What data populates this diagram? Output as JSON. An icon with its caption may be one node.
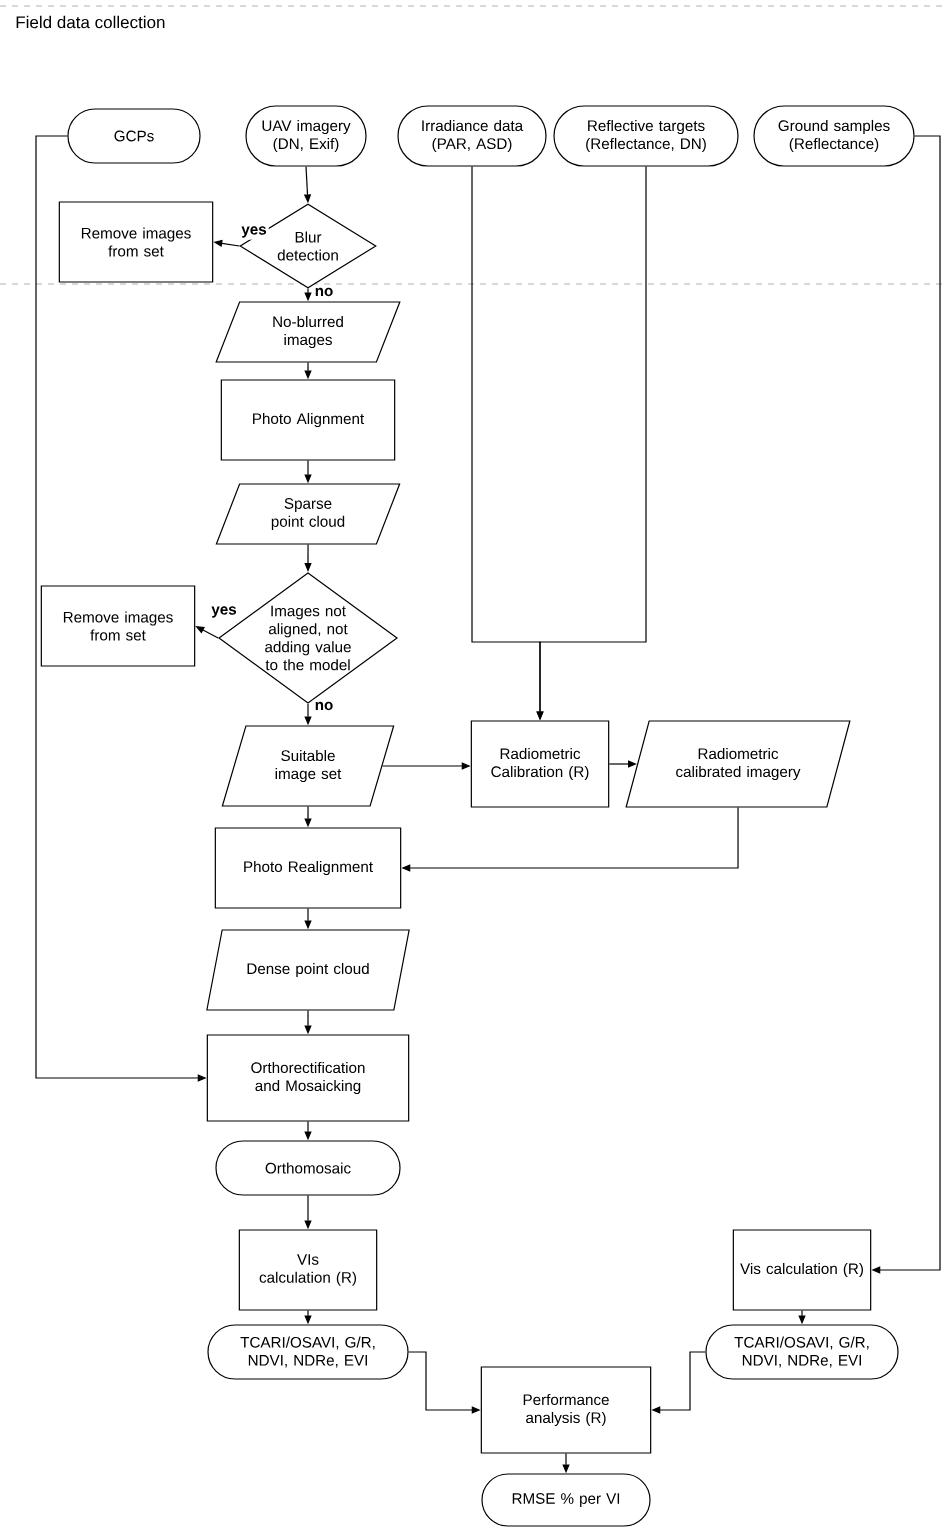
{
  "diagram": {
    "title": "Field data collection",
    "nodes": [
      {
        "text": [
          "GCPs"
        ]
      },
      {
        "text": [
          "UAV imagery (DN, Exif)"
        ]
      },
      {
        "text": [
          "Irradiance data (PAR, ASD)"
        ]
      },
      {
        "text": [
          "Reflective targets (Reflectance, DN)"
        ]
      },
      {
        "text": [
          "Ground samples (Reflectance)"
        ]
      },
      {
        "text": [
          "Remove images from set"
        ]
      },
      {
        "text": [
          "Blur detection"
        ]
      },
      {
        "text": [
          "No-blurred images"
        ]
      },
      {
        "text": [
          "Photo Alignment"
        ]
      },
      {
        "text": [
          "Sparse point cloud"
        ]
      },
      {
        "text": [
          "Remove images from set"
        ]
      },
      {
        "text": [
          "Images not aligned, not adding value to the model"
        ]
      },
      {
        "text": [
          "Suitable image set"
        ]
      },
      {
        "text": [
          "Radiometric Calibration (R)"
        ]
      },
      {
        "text": [
          "Radiometric calibrated imagery"
        ]
      },
      {
        "text": [
          "Photo Realignment"
        ]
      },
      {
        "text": [
          "Dense point cloud"
        ]
      },
      {
        "text": [
          "Orthorectification and Mosaicking"
        ]
      },
      {
        "text": [
          "Orthomosaic"
        ]
      },
      {
        "text": [
          "VIs calculation (R)"
        ]
      },
      {
        "text": [
          "TCARI/OSAVI, G/R, NDVI, NDRe, EVI"
        ]
      },
      {
        "text": [
          "Performance analysis (R)"
        ]
      },
      {
        "text": [
          "RMSE % per VI"
        ]
      },
      {
        "text": [
          "Vis calculation (R)"
        ]
      },
      {
        "text": [
          "TCARI/OSAVI, G/R, NDVI, NDRe, EVI"
        ]
      }
    ],
    "edges": [
      {
        "from": 1,
        "to": 6,
        "arrow": "to"
      },
      {
        "from": 6,
        "to": 5,
        "arrow": "to",
        "label": "yes"
      },
      {
        "from": 6,
        "to": 7,
        "arrow": "to",
        "label": "no"
      },
      {
        "from": 7,
        "to": 8,
        "arrow": "to"
      },
      {
        "from": 8,
        "to": 9,
        "arrow": "to"
      },
      {
        "from": 9,
        "to": 11,
        "arrow": "to"
      },
      {
        "from": 11,
        "to": 10,
        "arrow": "to",
        "label": "yes"
      },
      {
        "from": 11,
        "to": 12,
        "arrow": "to",
        "label": "no"
      },
      {
        "from": 12,
        "to": 13,
        "arrow": "to"
      },
      {
        "from": 2,
        "to": 13,
        "arrow": "to"
      },
      {
        "from": 3,
        "to": 13,
        "arrow": "to"
      },
      {
        "from": 13,
        "to": 14,
        "arrow": "to"
      },
      {
        "from": 14,
        "to": 15,
        "arrow": "to"
      },
      {
        "from": 12,
        "to": 15,
        "arrow": "to"
      },
      {
        "from": 15,
        "to": 16,
        "arrow": "to"
      },
      {
        "from": 16,
        "to": 17,
        "arrow": "to"
      },
      {
        "from": 0,
        "to": 17,
        "arrow": "to"
      },
      {
        "from": 17,
        "to": 18,
        "arrow": "to"
      },
      {
        "from": 18,
        "to": 19,
        "arrow": "to"
      },
      {
        "from": 19,
        "to": 20,
        "arrow": "to"
      },
      {
        "from": 20,
        "to": 21,
        "arrow": "to"
      },
      {
        "from": 21,
        "to": 22,
        "arrow": "to"
      },
      {
        "from": 4,
        "to": 23,
        "arrow": "to"
      },
      {
        "from": 23,
        "to": 24,
        "arrow": "to"
      },
      {
        "from": 24,
        "to": 21,
        "arrow": "to"
      }
    ]
  }
}
